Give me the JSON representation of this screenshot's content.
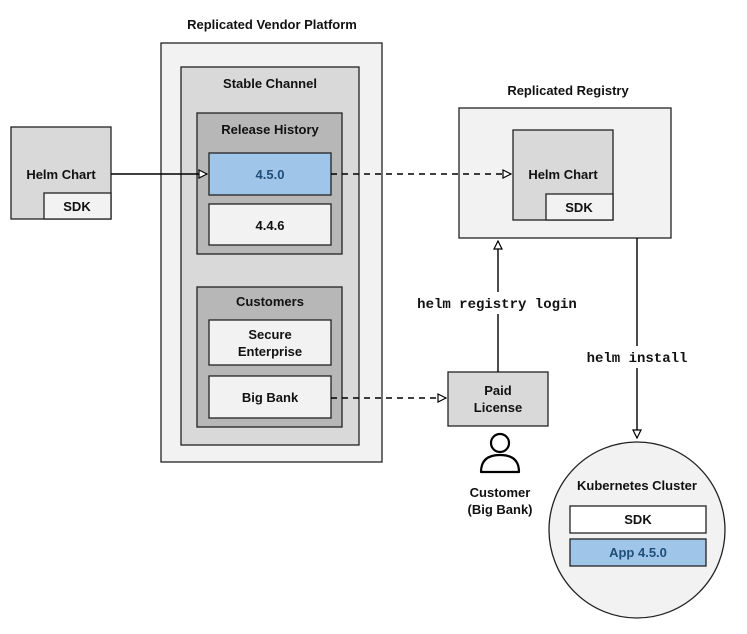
{
  "colors": {
    "outer": "#f2f2f2",
    "channel": "#d9d9d9",
    "group": "#b7b7b7",
    "item": "#f2f2f2",
    "highlight": "#9fc5e8",
    "highlight_text": "#1f4e79",
    "line": "#000000"
  },
  "vendor": {
    "title": "Replicated Vendor Platform",
    "channel_title": "Stable Channel",
    "release_history": {
      "title": "Release History",
      "releases": [
        "4.5.0",
        "4.4.6"
      ]
    },
    "customers": {
      "title": "Customers",
      "items": [
        {
          "lines": [
            "Secure",
            "Enterprise"
          ]
        },
        {
          "lines": [
            "Big Bank"
          ]
        }
      ]
    }
  },
  "source_chart": {
    "label": "Helm Chart",
    "sdk": "SDK"
  },
  "registry": {
    "title": "Replicated Registry",
    "chart_label": "Helm Chart",
    "sdk": "SDK"
  },
  "license": {
    "lines": [
      "Paid",
      "License"
    ]
  },
  "customer": {
    "lines": [
      "Customer",
      "(Big Bank)"
    ],
    "icon": "user-icon"
  },
  "commands": {
    "login": "helm registry login",
    "install": "helm install"
  },
  "cluster": {
    "title": "Kubernetes Cluster",
    "sdk": "SDK",
    "app": "App 4.5.0"
  }
}
